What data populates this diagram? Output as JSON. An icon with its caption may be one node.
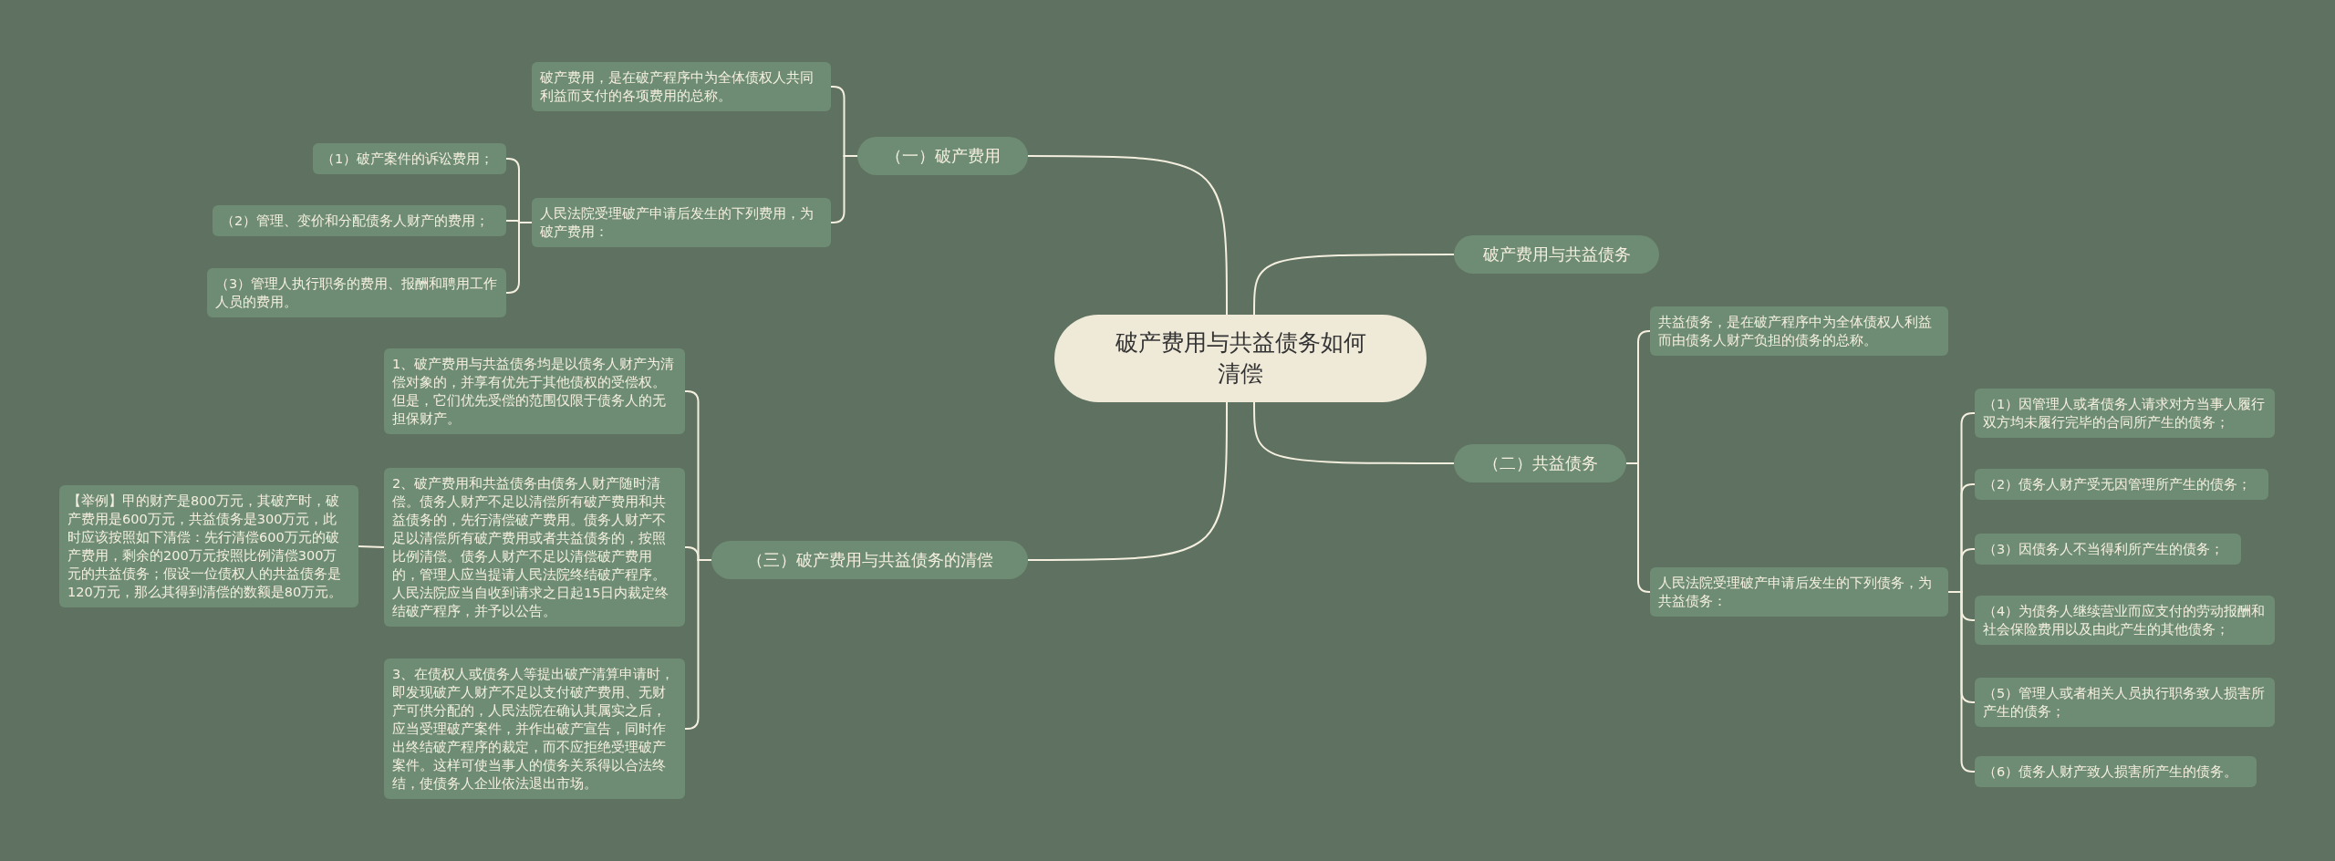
{
  "diagram": {
    "nodes": [
      {
        "text": [
          "破产费用与共益债务如何清偿"
        ]
      },
      {
        "text": [
          "（一）破产费用"
        ]
      },
      {
        "text": [
          "破产费用，是在破产程序中为全体债权人共同利益而支付的各项费用的总称。"
        ]
      },
      {
        "text": [
          "人民法院受理破产申请后发生的下列费用，为破产费用："
        ]
      },
      {
        "text": [
          "（1）破产案件的诉讼费用；"
        ]
      },
      {
        "text": [
          "（2）管理、变价和分配债务人财产的费用；"
        ]
      },
      {
        "text": [
          "（3）管理人执行职务的费用、报酬和聘用工作人员的费用。"
        ]
      },
      {
        "text": [
          "破产费用与共益债务"
        ]
      },
      {
        "text": [
          "（二）共益债务"
        ]
      },
      {
        "text": [
          "共益债务，是在破产程序中为全体债权人利益而由债务人财产负担的债务的总称。"
        ]
      },
      {
        "text": [
          "人民法院受理破产申请后发生的下列债务，为共益债务："
        ]
      },
      {
        "text": [
          "（1）因管理人或者债务人请求对方当事人履行双方均未履行完毕的合同所产生的债务；"
        ]
      },
      {
        "text": [
          "（2）债务人财产受无因管理所产生的债务；"
        ]
      },
      {
        "text": [
          "（3）因债务人不当得利所产生的债务；"
        ]
      },
      {
        "text": [
          "（4）为债务人继续营业而应支付的劳动报酬和社会保险费用以及由此产生的其他债务；"
        ]
      },
      {
        "text": [
          "（5）管理人或者相关人员执行职务致人损害所产生的债务；"
        ]
      },
      {
        "text": [
          "（6）债务人财产致人损害所产生的债务。"
        ]
      },
      {
        "text": [
          "（三）破产费用与共益债务的清偿"
        ]
      },
      {
        "text": [
          "1、破产费用与共益债务均是以债务人财产为清偿对象的，并享有优先于其他债权的受偿权。但是，它们优先受偿的范围仅限于债务人的无担保财产。"
        ]
      },
      {
        "text": [
          "2、破产费用和共益债务由债务人财产随时清偿。债务人财产不足以清偿所有破产费用和共益债务的，先行清偿破产费用。债务人财产不足以清偿所有破产费用或者共益债务的，按照比例清偿。债务人财产不足以清偿破产费用的，管理人应当提请人民法院终结破产程序。人民法院应当自收到请求之日起15日内裁定终结破产程序，并予以公告。"
        ]
      },
      {
        "text": [
          "3、在债权人或债务人等提出破产清算申请时，即发现破产人财产不足以支付破产费用、无财产可供分配的，人民法院在确认其属实之后，应当受理破产案件，并作出破产宣告，同时作出终结破产程序的裁定，而不应拒绝受理破产案件。这样可使当事人的债务关系得以合法终结，使债务人企业依法退出市场。"
        ]
      },
      {
        "text": [
          "【举例】甲的财产是800万元，其破产时，破产费用是600万元，共益债务是300万元，此时应该按照如下清偿：先行清偿600万元的破产费用，剩余的200万元按照比例清偿300万元的共益债务；假设一位债权人的共益债务是120万元，那么其得到清偿的数额是80万元。"
        ]
      }
    ],
    "edges": [
      {
        "from": 0,
        "to": 1,
        "arrow": "none"
      },
      {
        "from": 1,
        "to": 2,
        "arrow": "none"
      },
      {
        "from": 1,
        "to": 3,
        "arrow": "none"
      },
      {
        "from": 3,
        "to": 4,
        "arrow": "none"
      },
      {
        "from": 3,
        "to": 5,
        "arrow": "none"
      },
      {
        "from": 3,
        "to": 6,
        "arrow": "none"
      },
      {
        "from": 0,
        "to": 7,
        "arrow": "none"
      },
      {
        "from": 0,
        "to": 8,
        "arrow": "none"
      },
      {
        "from": 8,
        "to": 9,
        "arrow": "none"
      },
      {
        "from": 8,
        "to": 10,
        "arrow": "none"
      },
      {
        "from": 10,
        "to": 11,
        "arrow": "none"
      },
      {
        "from": 10,
        "to": 12,
        "arrow": "none"
      },
      {
        "from": 10,
        "to": 13,
        "arrow": "none"
      },
      {
        "from": 10,
        "to": 14,
        "arrow": "none"
      },
      {
        "from": 10,
        "to": 15,
        "arrow": "none"
      },
      {
        "from": 10,
        "to": 16,
        "arrow": "none"
      },
      {
        "from": 0,
        "to": 17,
        "arrow": "none"
      },
      {
        "from": 17,
        "to": 18,
        "arrow": "none"
      },
      {
        "from": 17,
        "to": 19,
        "arrow": "none"
      },
      {
        "from": 17,
        "to": 20,
        "arrow": "none"
      },
      {
        "from": 19,
        "to": 21,
        "arrow": "none"
      }
    ]
  }
}
